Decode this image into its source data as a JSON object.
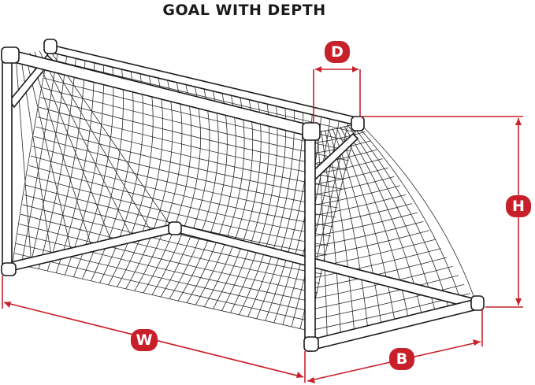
{
  "title": "GOAL WITH DEPTH",
  "dimensions": {
    "depth": "D",
    "height": "H",
    "width": "W",
    "base": "B"
  },
  "colors": {
    "dimension": "#c8202b",
    "frame": "#1a1a1a",
    "net": "#2a2a2a"
  }
}
